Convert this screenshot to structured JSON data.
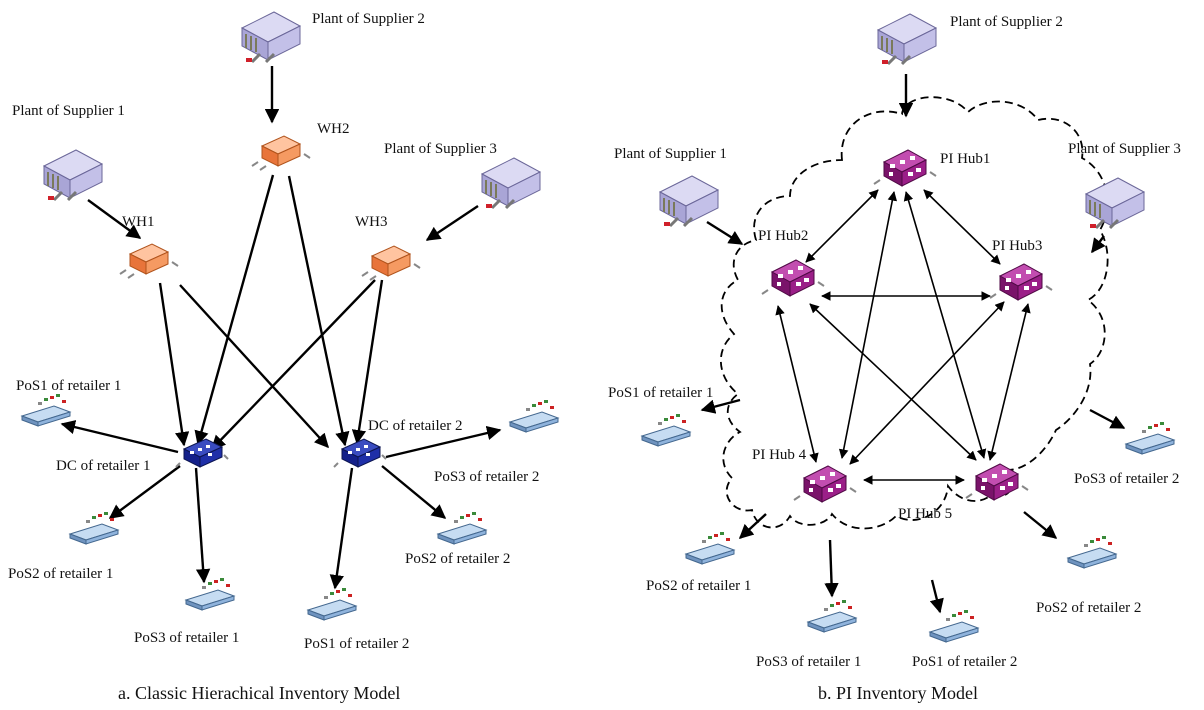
{
  "panel_a": {
    "caption": "a. Classic Hierachical Inventory Model",
    "labels": {
      "supplier1": "Plant of Supplier 1",
      "supplier2": "Plant of Supplier 2",
      "supplier3": "Plant of Supplier 3",
      "wh1": "WH1",
      "wh2": "WH2",
      "wh3": "WH3",
      "dc1": "DC of retailer  1",
      "dc2": "DC of retailer  2",
      "pos1_r1": "PoS1 of retailer  1",
      "pos2_r1": "PoS2 of retailer  1",
      "pos3_r1": "PoS3 of retailer  1",
      "pos1_r2": "PoS1 of retailer  2",
      "pos2_r2": "PoS2 of retailer  2",
      "pos3_r2": "PoS3 of retailer  2"
    }
  },
  "panel_b": {
    "caption": "b. PI Inventory Model",
    "labels": {
      "supplier1": "Plant of Supplier 1",
      "supplier2": "Plant of Supplier 2",
      "supplier3": "Plant of Supplier 3",
      "hub1": "PI Hub1",
      "hub2": "PI Hub2",
      "hub3": "PI Hub3",
      "hub4": "PI Hub 4",
      "hub5": "PI Hub 5",
      "pos1_r1": "PoS1 of retailer  1",
      "pos2_r1": "PoS2 of retailer  1",
      "pos3_r1": "PoS3 of retailer  1",
      "pos1_r2": "PoS1 of retailer  2",
      "pos2_r2": "PoS2 of retailer  2",
      "pos3_r2": "PoS3 of retailer  2"
    }
  },
  "colors": {
    "plant": "#b9b6e0",
    "warehouse": "#f08a4b",
    "dc": "#1a2a8c",
    "hub": "#8e1b7d",
    "pos": "#8fb3dc"
  }
}
